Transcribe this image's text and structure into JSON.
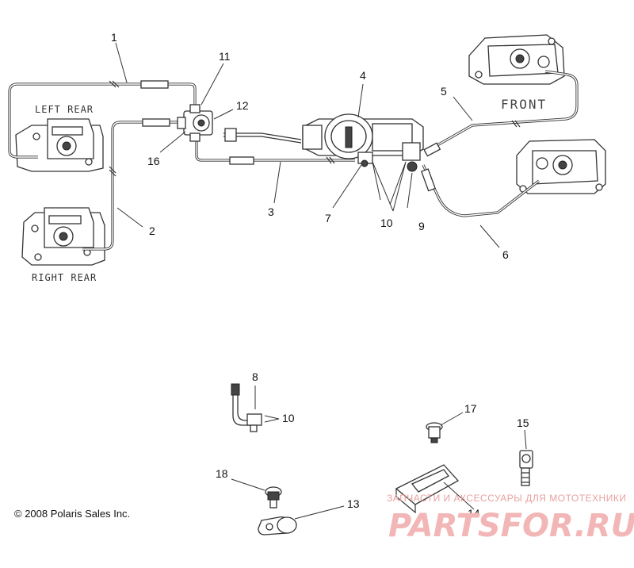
{
  "callouts": [
    "1",
    "2",
    "3",
    "4",
    "5",
    "6",
    "7",
    "8",
    "9",
    "10",
    "11",
    "12",
    "13",
    "14",
    "15",
    "16",
    "17",
    "18"
  ],
  "callout_10b": "10",
  "labels": {
    "left_rear": "LEFT REAR",
    "right_rear": "RIGHT REAR",
    "front": "FRONT"
  },
  "copyright": "© 2008 Polaris Sales Inc.",
  "watermark": {
    "tagline": "ЗАПЧАСТИ И АКСЕССУАРЫ ДЛЯ МОТОТЕХНИКИ",
    "brand": "PARTSFOR.RU",
    "color": "#f2b6b6"
  }
}
